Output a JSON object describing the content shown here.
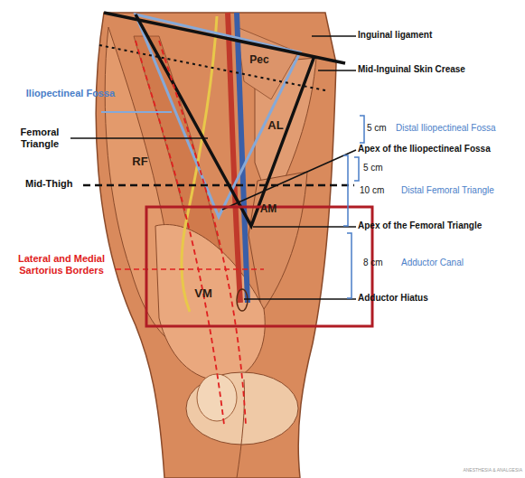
{
  "diagram": {
    "labels": [
      "Inguinal ligament",
      "Pec",
      "Mid-Inguinal Skin Crease",
      "Iliopectineal Fossa",
      "AL",
      "Femoral Triangle",
      "5 cm",
      "Distal Iliopectineal Fossa",
      "Apex of the Iliopectineal Fossa",
      "RF",
      "5 cm",
      "Mid-Thigh",
      "10 cm",
      "Distal Femoral Triangle",
      "AM",
      "Apex of the Femoral Triangle",
      "Lateral and Medial Sartorius Borders",
      "8 cm",
      "Adductor Canal",
      "VM",
      "Adductor Hiatus",
      "ANESTHESIA & ANALGESIA"
    ]
  }
}
